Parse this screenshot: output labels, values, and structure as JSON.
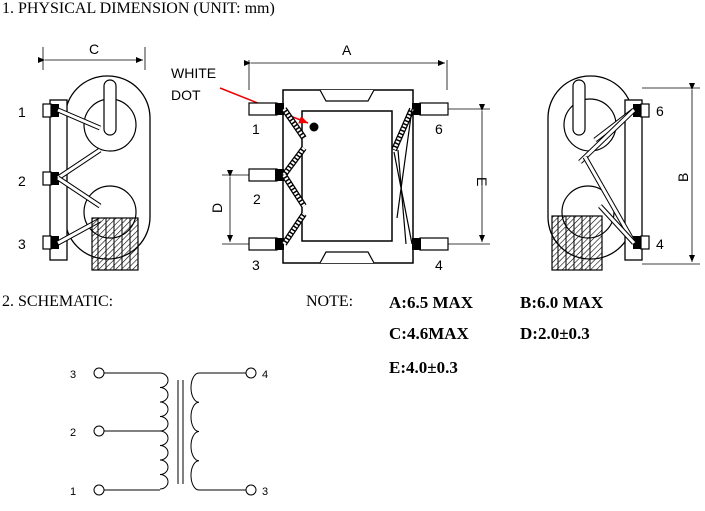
{
  "headings": {
    "physical": "1. PHYSICAL DIMENSION  (UNIT: mm)",
    "schematic": "2. SCHEMATIC:"
  },
  "dims": {
    "a": "A",
    "b": "B",
    "c": "C",
    "d": "D",
    "e": "E"
  },
  "white_dot": [
    "WHITE",
    "DOT"
  ],
  "left_view_pins": [
    "1",
    "2",
    "3"
  ],
  "top_view_pins": {
    "top_left": "1",
    "mid_left": "2",
    "bottom_left": "3",
    "top_right": "6",
    "bottom_right": "4"
  },
  "right_view_pins": [
    "6",
    "4"
  ],
  "note": {
    "label": "NOTE:",
    "a": "A:6.5 MAX",
    "b": "B:6.0 MAX",
    "c": "C:4.6MAX",
    "d": "D:2.0±0.3",
    "e": "E:4.0±0.3"
  },
  "schematic_pins": {
    "left_top": "3",
    "left_mid": "2",
    "left_bottom": "1",
    "right_top": "4",
    "right_bottom": "3"
  }
}
